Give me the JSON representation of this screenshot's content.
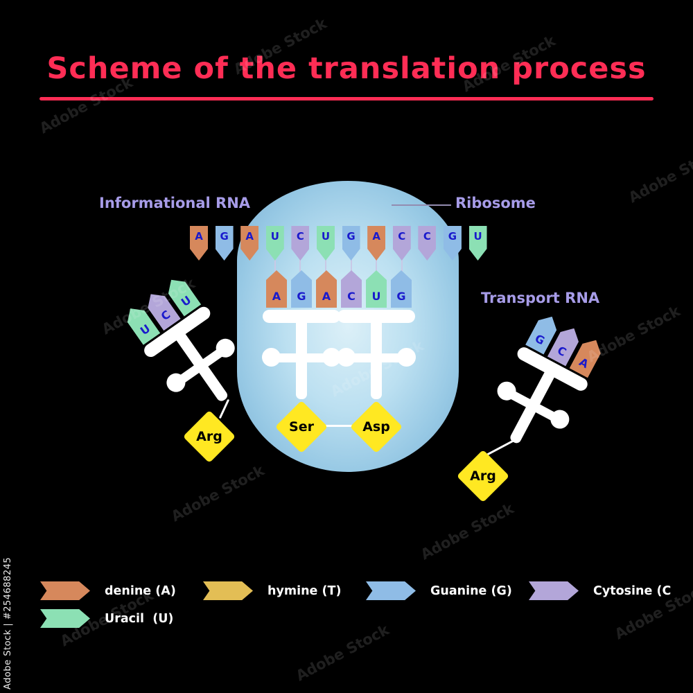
{
  "title": "Scheme of the translation process",
  "labels": {
    "informational_rna": "Informational RNA",
    "ribosome": "Ribosome",
    "transport_rna": "Transport RNA"
  },
  "nucleotide_colors": {
    "A": "#D6885C",
    "G": "#8FBCE6",
    "C": "#B3A6D9",
    "U": "#8CE0B4",
    "T": "#E3BE55"
  },
  "letter_color": "#1A1ACC",
  "mrna_sequence": [
    "A",
    "G",
    "A",
    "U",
    "C",
    "U",
    "G",
    "A",
    "C",
    "C",
    "G",
    "U"
  ],
  "paired_codon_indices": [
    3,
    4,
    5,
    6,
    7,
    8
  ],
  "trnas": [
    {
      "id": "left",
      "anticodon": [
        "U",
        "C",
        "U"
      ],
      "amino_acid": "Arg"
    },
    {
      "id": "inner1",
      "anticodon": [
        "A",
        "G",
        "A"
      ],
      "amino_acid": "Ser"
    },
    {
      "id": "inner2",
      "anticodon": [
        "C",
        "U",
        "G"
      ],
      "amino_acid": "Asp"
    },
    {
      "id": "right",
      "anticodon": [
        "G",
        "C",
        "A"
      ],
      "amino_acid": "Arg"
    }
  ],
  "legend": [
    {
      "base": "A",
      "color": "#D6885C",
      "label": "denine (A)"
    },
    {
      "base": "T",
      "color": "#E3BE55",
      "label": "hymine (T)"
    },
    {
      "base": "G",
      "color": "#8FBCE6",
      "label": "Guanine (G)"
    },
    {
      "base": "C",
      "color": "#B3A6D9",
      "label": "Cytosine (C"
    },
    {
      "base": "U",
      "color": "#8CE0B4",
      "label": "Uracil  (U)"
    }
  ],
  "colors": {
    "title": "#FF2D55",
    "label_text": "#A79CE8",
    "diamond": "#FFE822",
    "ribosome_center": "#DCF0F8",
    "ribosome_edge": "#7BAED2",
    "background": "#000000"
  },
  "watermark": {
    "side": "Adobe Stock | #254688245",
    "tile": "Adobe Stock"
  }
}
